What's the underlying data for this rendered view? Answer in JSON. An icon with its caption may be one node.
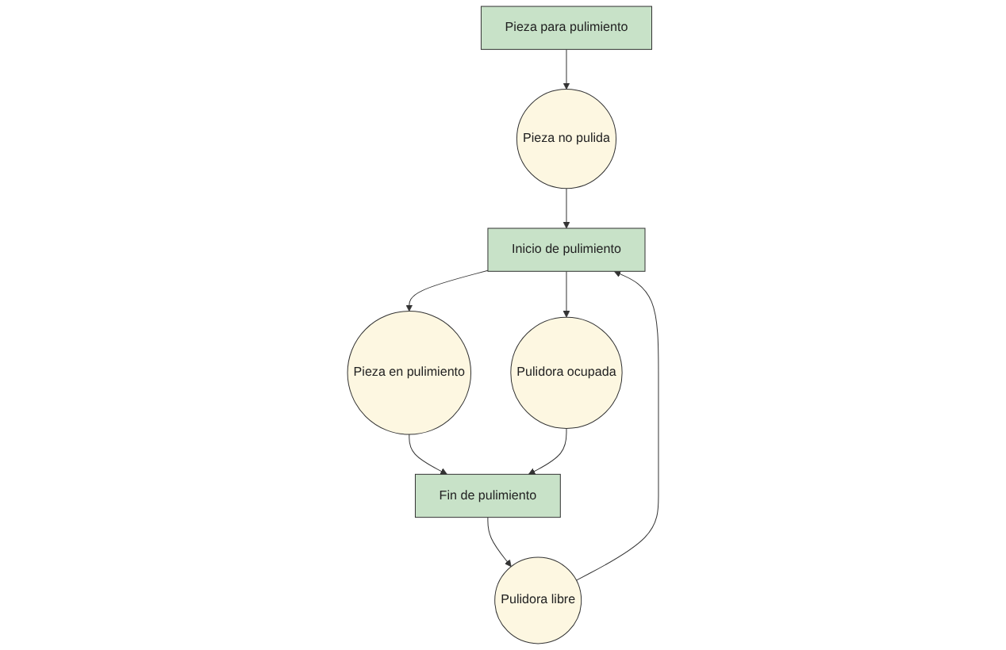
{
  "diagram": {
    "nodes": [
      {
        "text": [
          "Pieza para pulimiento"
        ]
      },
      {
        "text": [
          "Pieza no pulida"
        ]
      },
      {
        "text": [
          "Inicio de pulimiento"
        ]
      },
      {
        "text": [
          "Pieza en pulimiento"
        ]
      },
      {
        "text": [
          "Pulidora ocupada"
        ]
      },
      {
        "text": [
          "Pulidora libre"
        ]
      },
      {
        "text": [
          "Fin de pulimiento"
        ]
      }
    ],
    "edges": [
      {
        "from": 0,
        "to": 1,
        "arrow": "to"
      },
      {
        "from": 1,
        "to": 2,
        "arrow": "to"
      },
      {
        "from": 2,
        "to": 3,
        "arrow": "to"
      },
      {
        "from": 2,
        "to": 4,
        "arrow": "to"
      },
      {
        "from": 3,
        "to": 6,
        "arrow": "to"
      },
      {
        "from": 4,
        "to": 6,
        "arrow": "to"
      },
      {
        "from": 6,
        "to": 5,
        "arrow": "to"
      },
      {
        "from": 5,
        "to": 2,
        "arrow": "to"
      }
    ]
  }
}
